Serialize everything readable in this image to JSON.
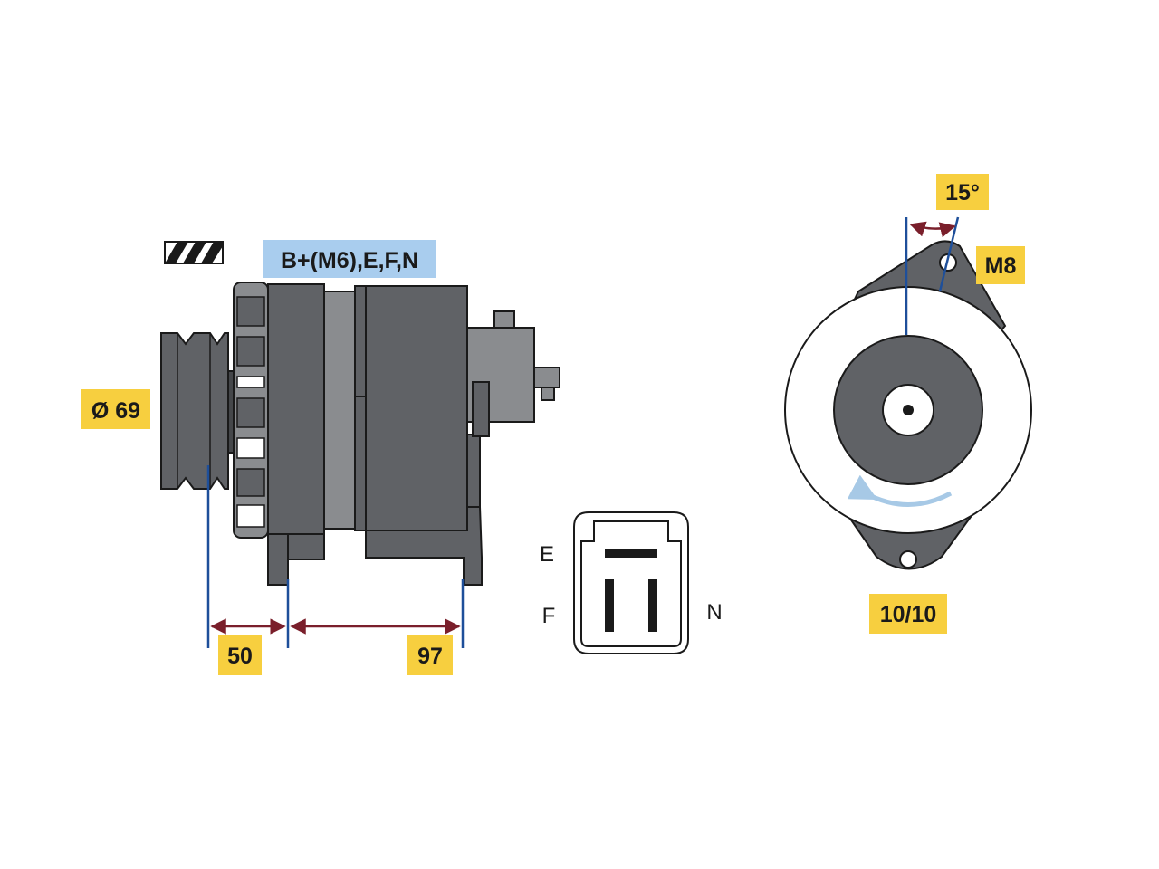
{
  "colors": {
    "body": "#606266",
    "body_dark": "#45474a",
    "body_light": "#8a8c8f",
    "outline": "#1a1a1a",
    "dim_line": "#1e4f9a",
    "arrow": "#7a1f2b",
    "yellow_label": "#f7cf3f",
    "blue_label": "#a9cdee",
    "rotation_arrow": "#a7c9e6"
  },
  "labels": {
    "terminals": "B+(M6),E,F,N",
    "pulley_diameter": "Ø 69",
    "dim_pulley_to_mount": "50",
    "dim_mount_spacing": "97",
    "angle": "15°",
    "bolt": "M8",
    "clock": "10/10"
  },
  "connector": {
    "pin_e": "E",
    "pin_f": "F",
    "pin_n": "N"
  },
  "icons": {
    "rotation_icon": "stripes-icon",
    "rotation_direction": "counter-clockwise-arrow-icon"
  }
}
